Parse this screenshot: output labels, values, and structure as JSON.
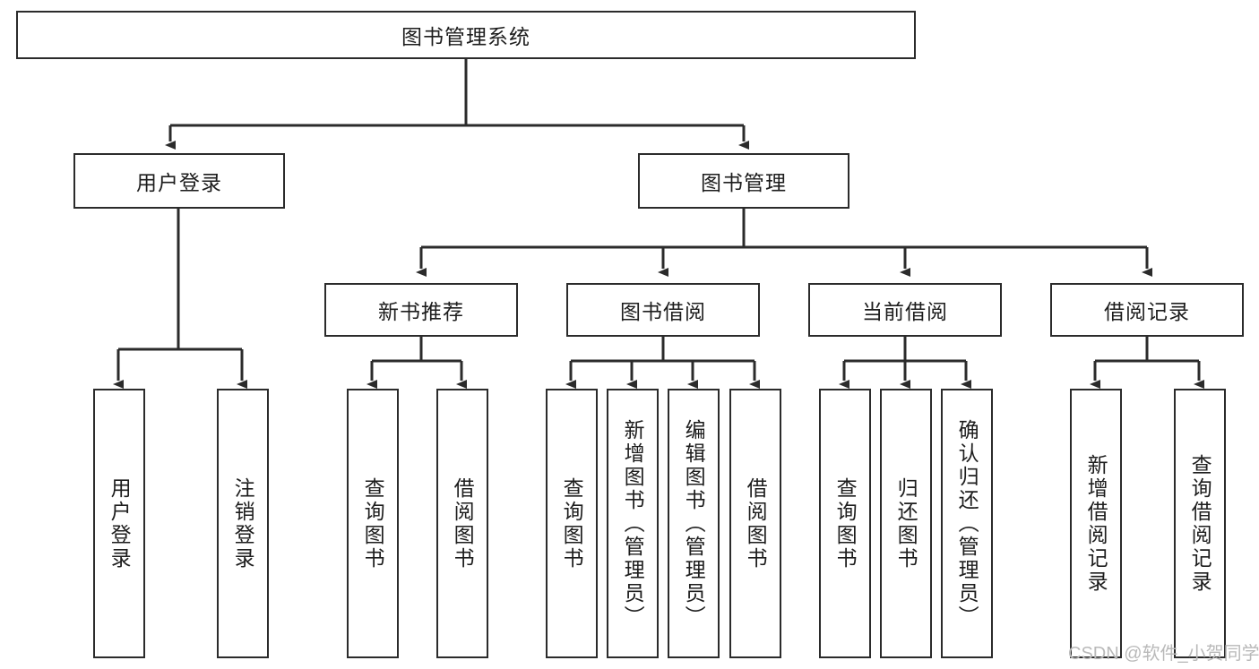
{
  "diagram": {
    "title": "图书管理系统",
    "type": "hierarchy-tree",
    "root": {
      "label": "图书管理系统"
    },
    "level2": [
      {
        "label": "用户登录"
      },
      {
        "label": "图书管理"
      }
    ],
    "level3": [
      {
        "label": "新书推荐"
      },
      {
        "label": "图书借阅"
      },
      {
        "label": "当前借阅"
      },
      {
        "label": "借阅记录"
      }
    ],
    "leaves": {
      "user_login": [
        {
          "label": "用户登录"
        },
        {
          "label": "注销登录"
        }
      ],
      "new_book_recommend": [
        {
          "label": "查询图书"
        },
        {
          "label": "借阅图书"
        }
      ],
      "book_borrow": [
        {
          "label": "查询图书"
        },
        {
          "label": "新增图书（管理员）"
        },
        {
          "label": "编辑图书（管理员）"
        },
        {
          "label": "借阅图书"
        }
      ],
      "current_borrow": [
        {
          "label": "查询图书"
        },
        {
          "label": "归还图书"
        },
        {
          "label": "确认归还（管理员）"
        }
      ],
      "borrow_record": [
        {
          "label": "新增借阅记录"
        },
        {
          "label": "查询借阅记录"
        }
      ]
    }
  },
  "watermark": {
    "text": "CSDN @软件_小贺同学"
  },
  "colors": {
    "stroke": "#2b2b2b",
    "fill": "#ffffff",
    "text": "#1d1d1d",
    "watermark": "#b9b9b9"
  }
}
